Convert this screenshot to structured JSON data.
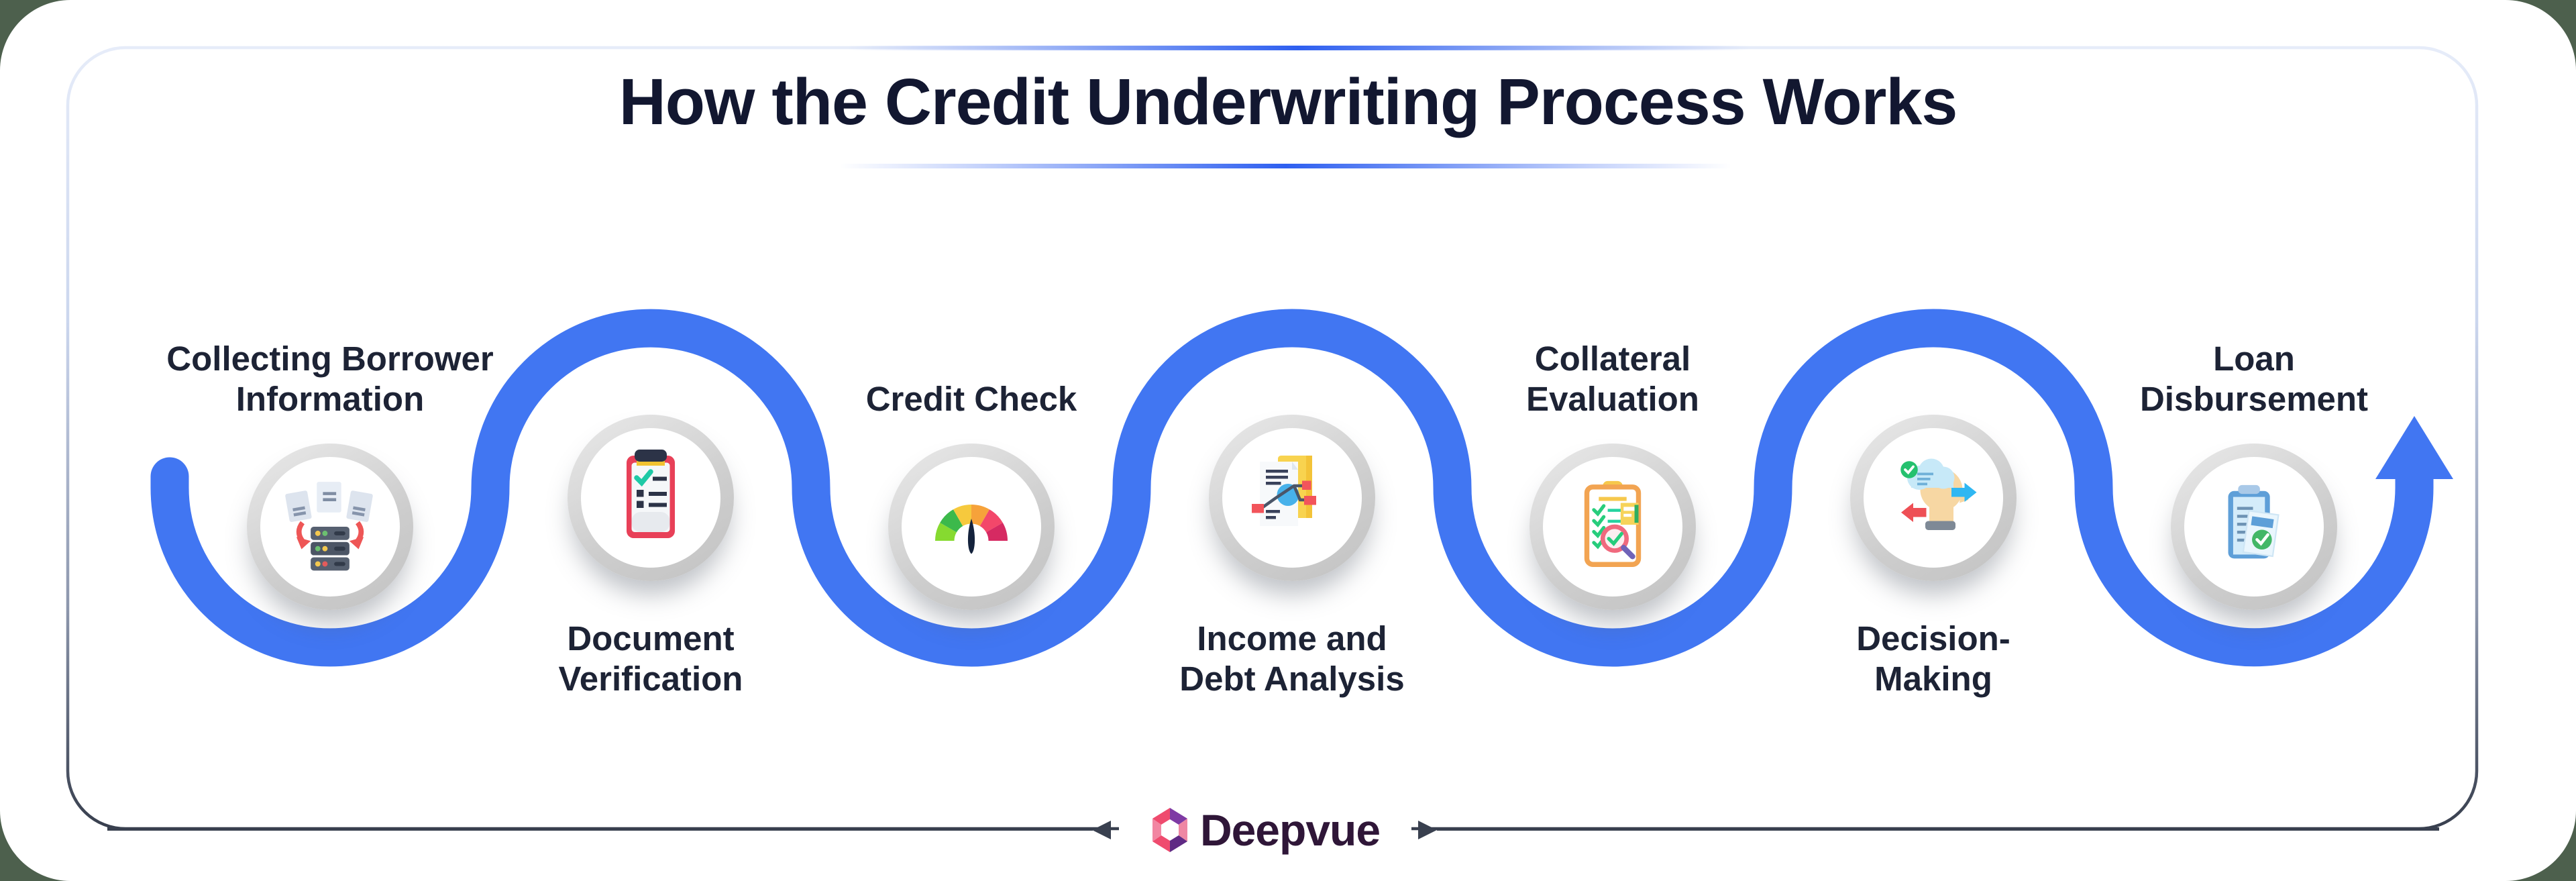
{
  "header": {
    "title": "How the Credit Underwriting Process Works"
  },
  "steps": [
    {
      "name": "collecting-borrower-information",
      "lines": [
        "Collecting Borrower",
        "Information"
      ],
      "icon": "documents-to-server-icon",
      "label_position": "above"
    },
    {
      "name": "document-verification",
      "lines": [
        "Document",
        "Verification"
      ],
      "icon": "clipboard-verification-icon",
      "label_position": "below"
    },
    {
      "name": "credit-check",
      "lines": [
        "Credit Check"
      ],
      "icon": "credit-score-gauge-icon",
      "label_position": "above"
    },
    {
      "name": "income-and-debt-analysis",
      "lines": [
        "Income and",
        "Debt Analysis"
      ],
      "icon": "income-debt-analysis-icon",
      "label_position": "below"
    },
    {
      "name": "collateral-evaluation",
      "lines": [
        "Collateral",
        "Evaluation"
      ],
      "icon": "collateral-checklist-icon",
      "label_position": "above"
    },
    {
      "name": "decision-making",
      "lines": [
        "Decision-",
        "Making"
      ],
      "icon": "decision-head-icon",
      "label_position": "below"
    },
    {
      "name": "loan-disbursement",
      "lines": [
        "Loan",
        "Disbursement"
      ],
      "icon": "loan-documents-icon",
      "label_position": "above"
    }
  ],
  "footer": {
    "brand": "Deepvue"
  },
  "colors": {
    "wave_blue": "#4176F2",
    "title_navy": "#121730",
    "label_navy": "#1D2335",
    "accent_line_blue": "#2E5FF0",
    "border_light": "#E6ECF9",
    "border_dark": "#383F4E",
    "brand_purple": "#2F1638",
    "corner_background": "#4D604D"
  }
}
